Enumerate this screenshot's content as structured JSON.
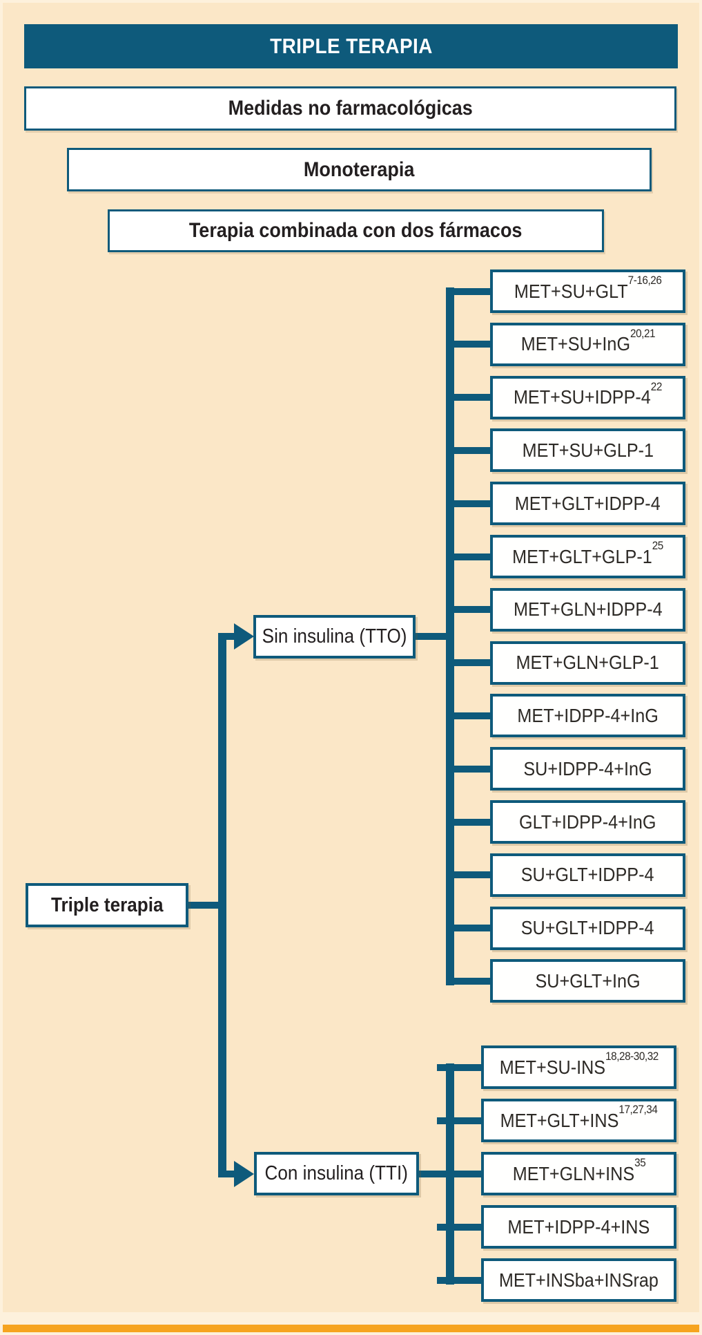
{
  "header": {
    "title": "TRIPLE TERAPIA"
  },
  "stages": [
    {
      "label": "Medidas no farmacológicas"
    },
    {
      "label": "Monoterapia"
    },
    {
      "label": "Terapia combinada con dos fármacos"
    }
  ],
  "root": {
    "label": "Triple terapia"
  },
  "branches": [
    {
      "node": {
        "label": "Sin insulina (TTO)"
      },
      "leaves": [
        {
          "text": "MET+SU+GLT",
          "sup": "7-16,26"
        },
        {
          "text": "MET+SU+InG",
          "sup": "20,21"
        },
        {
          "text": "MET+SU+IDPP-4",
          "sup": "22"
        },
        {
          "text": "MET+SU+GLP-1",
          "sup": ""
        },
        {
          "text": "MET+GLT+IDPP-4",
          "sup": ""
        },
        {
          "text": "MET+GLT+GLP-1",
          "sup": "25"
        },
        {
          "text": "MET+GLN+IDPP-4",
          "sup": ""
        },
        {
          "text": "MET+GLN+GLP-1",
          "sup": ""
        },
        {
          "text": "MET+IDPP-4+InG",
          "sup": ""
        },
        {
          "text": "SU+IDPP-4+InG",
          "sup": ""
        },
        {
          "text": "GLT+IDPP-4+InG",
          "sup": ""
        },
        {
          "text": "SU+GLT+IDPP-4",
          "sup": ""
        },
        {
          "text": "SU+GLT+IDPP-4",
          "sup": ""
        },
        {
          "text": "SU+GLT+InG",
          "sup": ""
        }
      ]
    },
    {
      "node": {
        "label": "Con insulina (TTI)"
      },
      "leaves": [
        {
          "text": "MET+SU-INS",
          "sup": "18,28-30,32"
        },
        {
          "text": "MET+GLT+INS",
          "sup": "17,27,34"
        },
        {
          "text": "MET+GLN+INS",
          "sup": "35"
        },
        {
          "text": "MET+IDPP-4+INS",
          "sup": ""
        },
        {
          "text": "MET+INSba+INSrap",
          "sup": ""
        }
      ]
    }
  ],
  "colors": {
    "teal": "#0e5a7b",
    "cream_background": "#fbe7c7",
    "footer_orange": "#f6a41f",
    "box_fill": "#ffffff",
    "text_dark": "#231f20"
  }
}
